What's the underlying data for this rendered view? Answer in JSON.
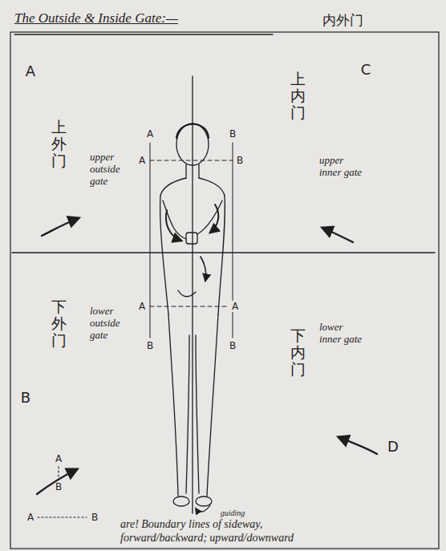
{
  "diagram": {
    "title": "The Outside & Inside Gate:—",
    "caption": "are! Boundary lines of sideway, forward/backward; upward/downward",
    "labels": [
      "内外门",
      "A",
      "C",
      "上外门",
      "upper outside gate",
      "A",
      "B",
      "A",
      "B",
      "上内门",
      "upper inner gate",
      "A",
      "A",
      "B",
      "B",
      "下外门",
      "lower outside gate",
      "下内门",
      "lower inner gate",
      "B",
      "D",
      "A",
      "B",
      "A",
      "B",
      "guiding"
    ]
  }
}
